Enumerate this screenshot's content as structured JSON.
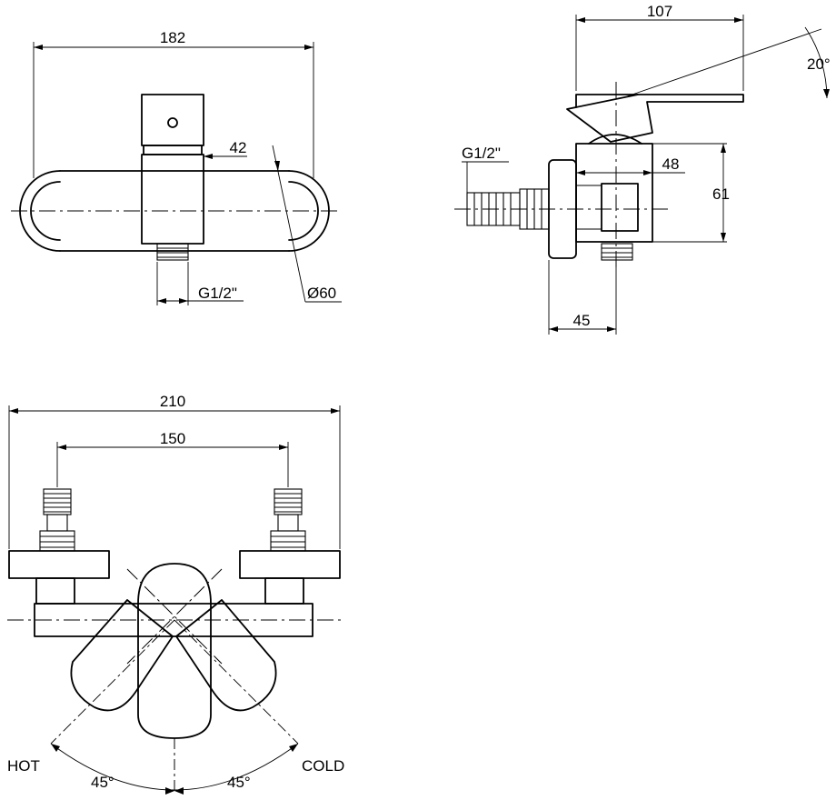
{
  "front_view": {
    "width": "182",
    "body_width": "42",
    "inlet_thread": "G1/2\"",
    "cap_diameter": "Ø60"
  },
  "side_view": {
    "depth": "107",
    "lever_angle": "20°",
    "inlet_thread": "G1/2\"",
    "body_depth": "48",
    "body_height": "61",
    "flange_depth": "45"
  },
  "top_view": {
    "overall_width": "210",
    "inlet_centers": "150",
    "hot_label": "HOT",
    "cold_label": "COLD",
    "hot_angle": "45°",
    "cold_angle": "45°"
  }
}
